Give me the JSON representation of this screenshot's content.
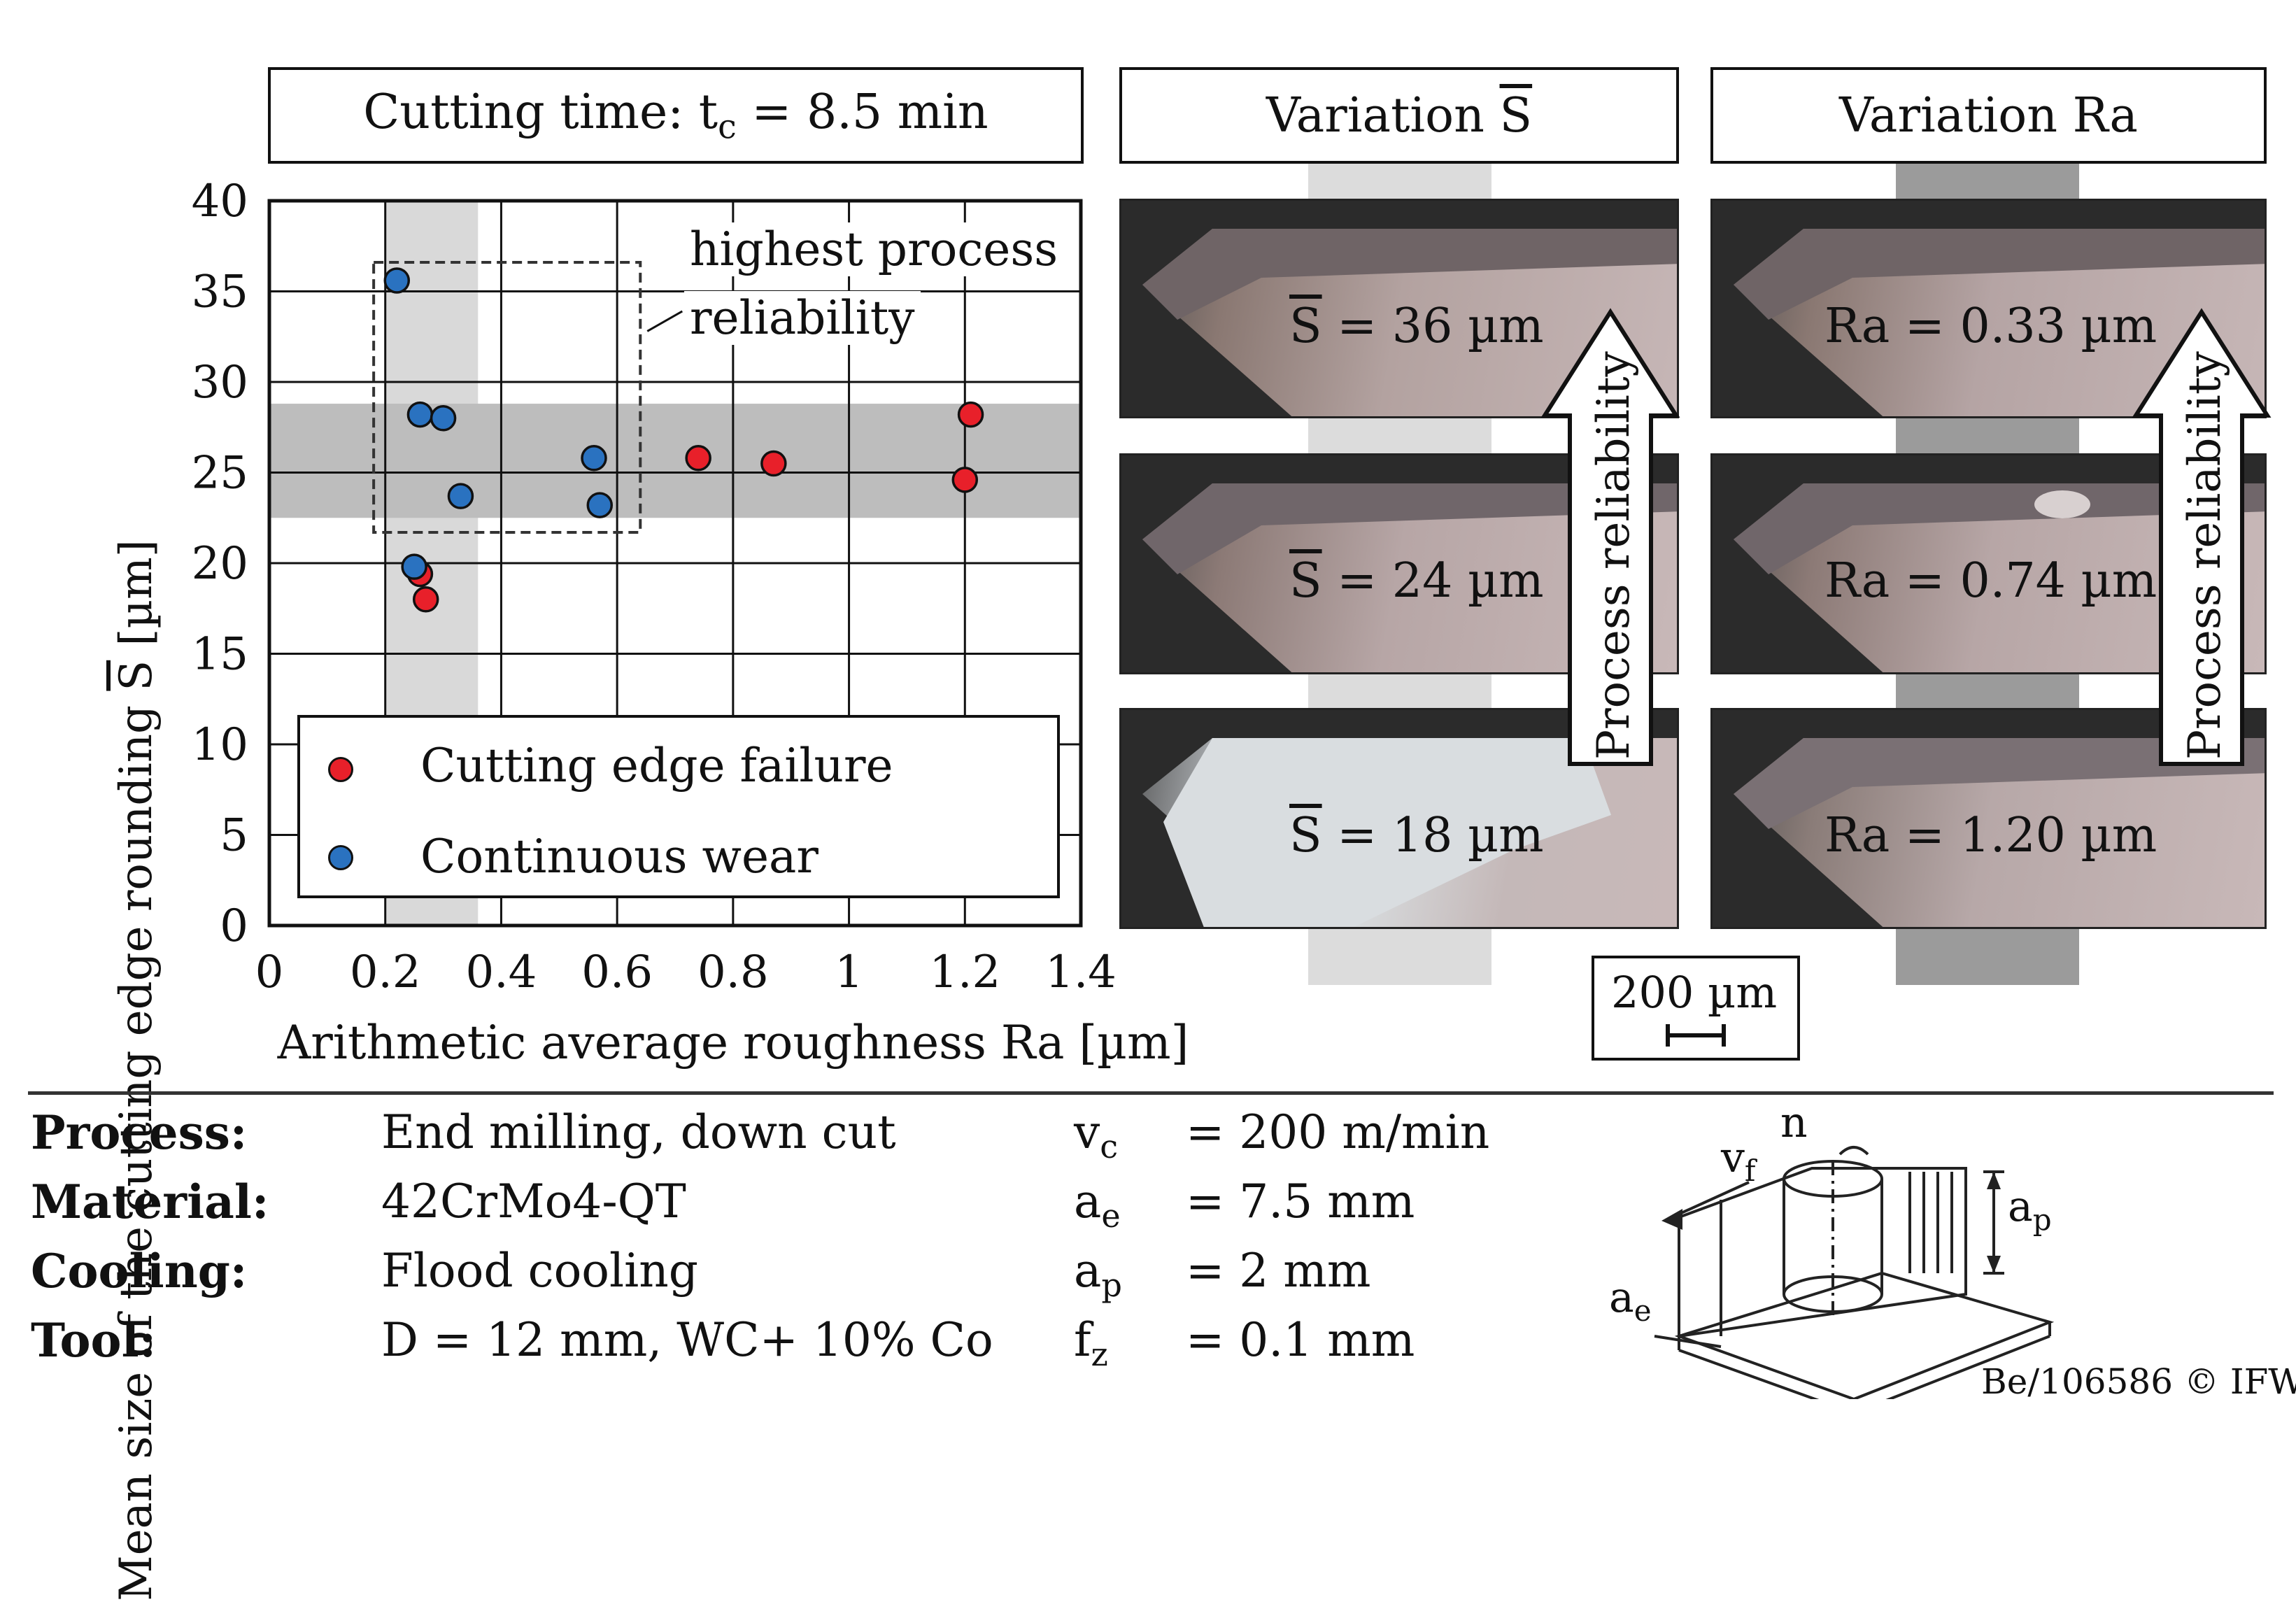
{
  "colors": {
    "failure": "#e8202a",
    "wear": "#2a72c0",
    "band_light": "#d9d9d9",
    "band_dark": "#999999",
    "text": "#111111"
  },
  "chart_data": {
    "type": "scatter",
    "title": "Cutting time: t",
    "title_sub": "c",
    "title_suffix": " = 8.5 min",
    "xlabel": "Arithmetic average roughness Ra [µm]",
    "ylabel_prefix": "Mean size of the cutting edge rounding ",
    "ylabel_symbol": "S",
    "ylabel_suffix": " [µm]",
    "xlim": [
      0,
      1.4
    ],
    "ylim": [
      0,
      40
    ],
    "x_ticks": [
      {
        "v": 0,
        "l": "0"
      },
      {
        "v": 0.2,
        "l": "0.2"
      },
      {
        "v": 0.4,
        "l": "0.4"
      },
      {
        "v": 0.6,
        "l": "0.6"
      },
      {
        "v": 0.8,
        "l": "0.8"
      },
      {
        "v": 1.0,
        "l": "1"
      },
      {
        "v": 1.2,
        "l": "1.2"
      },
      {
        "v": 1.4,
        "l": "1.4"
      }
    ],
    "y_ticks": [
      {
        "v": 0,
        "l": "0"
      },
      {
        "v": 5,
        "l": "5"
      },
      {
        "v": 10,
        "l": "10"
      },
      {
        "v": 15,
        "l": "15"
      },
      {
        "v": 20,
        "l": "20"
      },
      {
        "v": 25,
        "l": "25"
      },
      {
        "v": 30,
        "l": "30"
      },
      {
        "v": 35,
        "l": "35"
      },
      {
        "v": 40,
        "l": "40"
      }
    ],
    "grid": true,
    "legend_placement": "bottom-left",
    "series": [
      {
        "name": "Cutting edge failure",
        "color_key": "failure",
        "points": [
          [
            0.26,
            19.4
          ],
          [
            0.27,
            18.0
          ],
          [
            0.74,
            25.8
          ],
          [
            0.87,
            25.5
          ],
          [
            1.2,
            24.6
          ],
          [
            1.21,
            28.2
          ]
        ]
      },
      {
        "name": "Continuous wear",
        "color_key": "wear",
        "points": [
          [
            0.22,
            35.6
          ],
          [
            0.25,
            19.8
          ],
          [
            0.26,
            28.2
          ],
          [
            0.3,
            28.0
          ],
          [
            0.33,
            23.7
          ],
          [
            0.56,
            25.8
          ],
          [
            0.57,
            23.2
          ]
        ]
      }
    ],
    "shaded_x_band": [
      0.2,
      0.36
    ],
    "shaded_y_band": [
      22.5,
      28.8
    ],
    "annotation_box": {
      "x": [
        0.18,
        0.64
      ],
      "y": [
        21.7,
        36.6
      ],
      "text_line1": "highest process",
      "text_line2": "reliability"
    }
  },
  "panels": {
    "variation_s": {
      "title_prefix": "Variation ",
      "title_symbol": "S",
      "labels": [
        {
          "sym": "S",
          "rest": " = 36 µm"
        },
        {
          "sym": "S",
          "rest": " = 24 µm"
        },
        {
          "sym": "S",
          "rest": " = 18 µm"
        }
      ]
    },
    "variation_ra": {
      "title": "Variation Ra",
      "labels": [
        "Ra = 0.33 µm",
        "Ra = 0.74 µm",
        "Ra = 1.20 µm"
      ]
    },
    "arrow_text": "Process reliability",
    "scale_bar": "200 µm"
  },
  "params": {
    "rows": [
      {
        "label": "Process:",
        "value": "End milling, down cut",
        "sym": "v",
        "sub": "c",
        "val2": "= 200 m/min"
      },
      {
        "label": "Material:",
        "value": "42CrMo4-QT",
        "sym": "a",
        "sub": "e",
        "val2": "= 7.5 mm"
      },
      {
        "label": "Cooling:",
        "value": "Flood cooling",
        "sym": "a",
        "sub": "p",
        "val2": "= 2 mm"
      },
      {
        "label": "Tool:",
        "value": "D = 12 mm, WC+ 10% Co",
        "sym": "f",
        "sub": "z",
        "val2": "= 0.1 mm"
      }
    ]
  },
  "sketch": {
    "n": "n",
    "vf": "v",
    "vf_sub": "f",
    "ap": "a",
    "ap_sub": "p",
    "ae": "a",
    "ae_sub": "e"
  },
  "footer": "Be/106586 © IFW"
}
